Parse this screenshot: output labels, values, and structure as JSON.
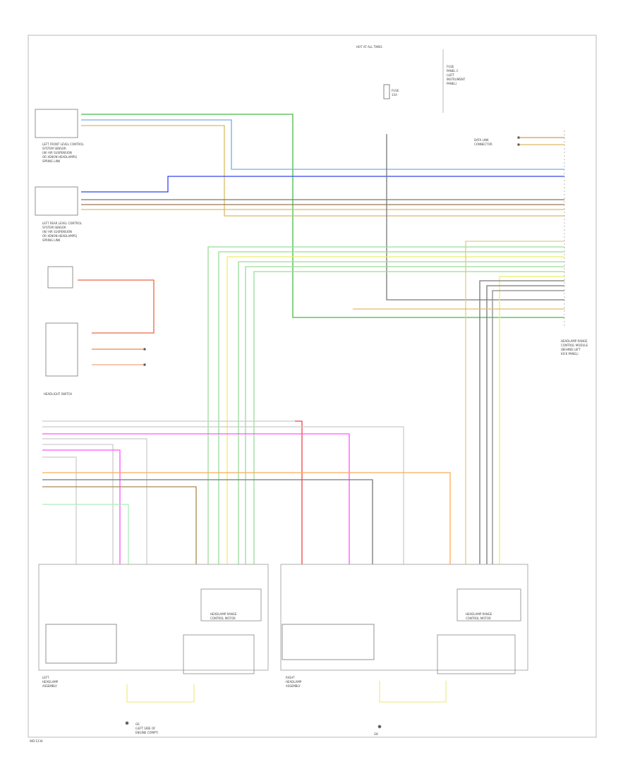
{
  "footer_code": "WD:1234",
  "components": {
    "left_front_level_sensor": [
      "LEFT FRONT LEVEL CONTROL",
      "SYSTEM SENSOR",
      "(W/ AIR SUSPENSION",
      "OR XENON HEADLAMPS)",
      "SPRING LINK"
    ],
    "left_rear_level_sensor": [
      "LEFT REAR LEVEL CONTROL",
      "SYSTEM SENSOR",
      "(W/ AIR SUSPENSION",
      "OR XENON HEADLAMPS)",
      "SPRING LINK"
    ],
    "fuse": [
      "FUSE",
      "PANEL C",
      "(LEFT",
      "INSTRUMENT",
      "PANEL)"
    ],
    "hot_at_all_times": [
      "HOT AT ALL TIMES",
      "FUSE",
      "15A"
    ],
    "headlamp_control_module": [
      "HEADLAMP RANGE",
      "CONTROL MODULE",
      "(BEHIND LEFT",
      "KICK PANEL)"
    ],
    "left_headlamp": [
      "LEFT",
      "HEADLAMP",
      "ASSEMBLY"
    ],
    "right_headlamp": [
      "RIGHT",
      "HEADLAMP",
      "ASSEMBLY"
    ],
    "ground_left": [
      "G6",
      "(LEFT SIDE OF",
      "ENGINE COMPT)"
    ],
    "ground_right": [
      "G8"
    ],
    "data_link_connector": [
      "DATA LINK",
      "CONNECTOR"
    ],
    "headlamp_range_motor": [
      "HEADLAMP RANGE",
      "CONTROL MOTOR"
    ],
    "light_switch": [
      "HEADLIGHT SWITCH"
    ]
  }
}
